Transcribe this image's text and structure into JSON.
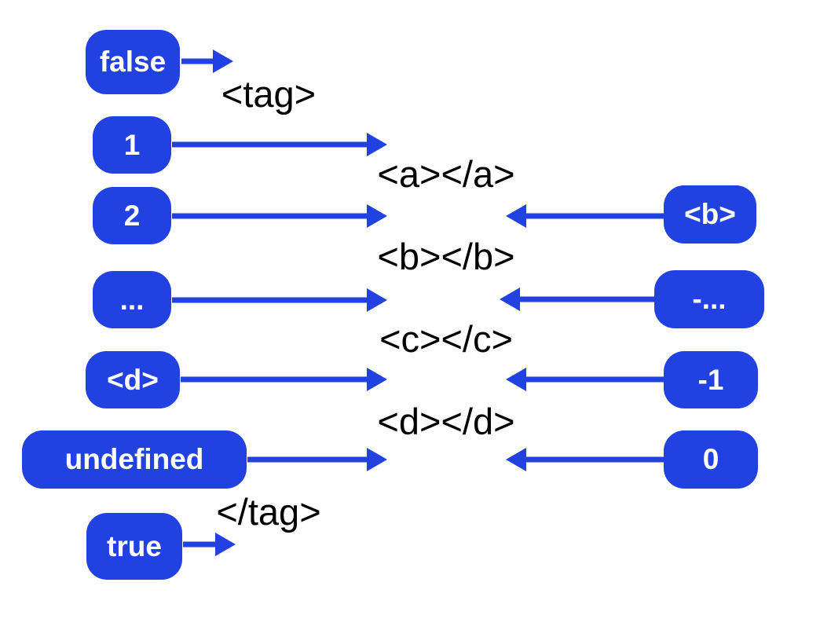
{
  "colors": {
    "accent": "#2142e0",
    "ink": "#000000",
    "badge_text": "#ffffff",
    "background": "#ffffff"
  },
  "diagram": {
    "left_badges": [
      {
        "label": "false"
      },
      {
        "label": "1"
      },
      {
        "label": "2"
      },
      {
        "label": "..."
      },
      {
        "label": "<d>"
      },
      {
        "label": "undefined"
      },
      {
        "label": "true"
      }
    ],
    "right_badges": [
      {
        "label": "<b>"
      },
      {
        "label": "-..."
      },
      {
        "label": "-1"
      },
      {
        "label": "0"
      }
    ],
    "center_labels": [
      {
        "text": "<tag>"
      },
      {
        "text": "<a></a>"
      },
      {
        "text": "<b></b>"
      },
      {
        "text": "<c></c>"
      },
      {
        "text": "<d></d>"
      },
      {
        "text": "</tag>"
      }
    ]
  }
}
